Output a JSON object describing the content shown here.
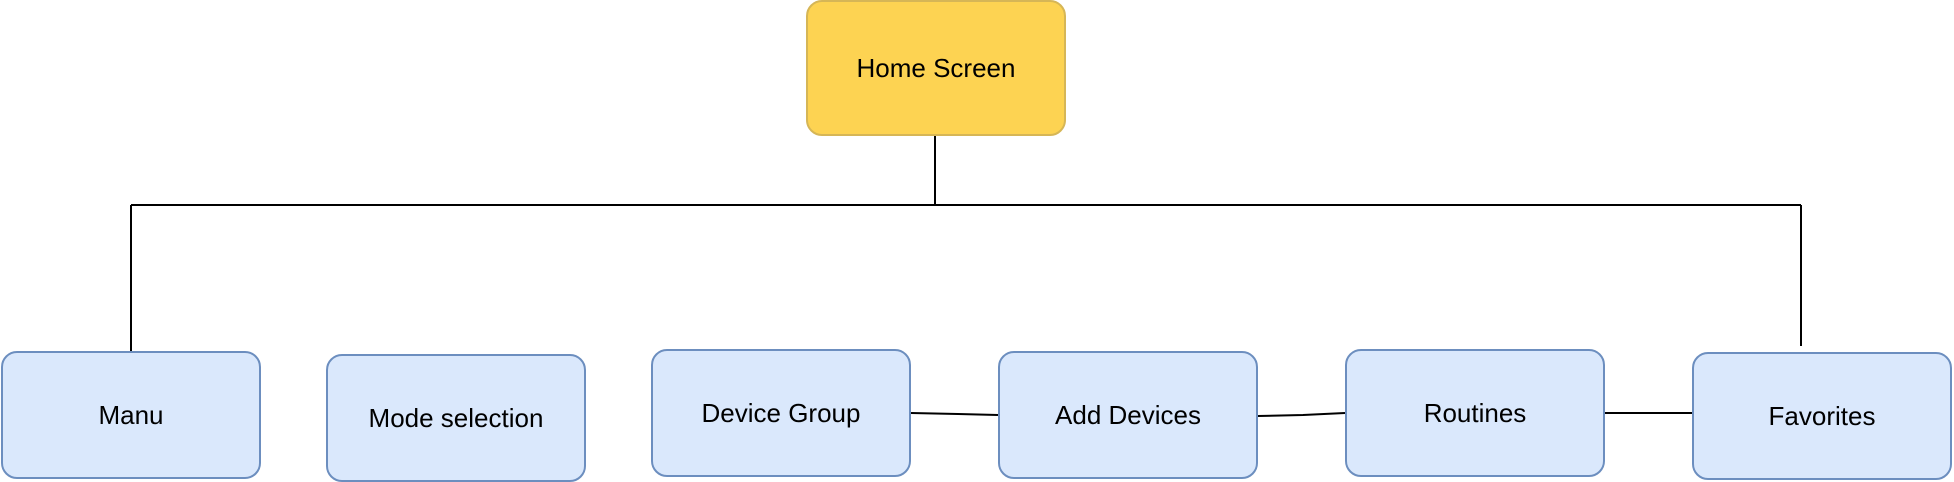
{
  "colors": {
    "root_fill": "#fdd352",
    "root_stroke": "#d6b656",
    "child_fill": "#dae8fc",
    "child_stroke": "#6c8ebf",
    "line": "#000000"
  },
  "root": {
    "label": "Home Screen"
  },
  "children": [
    {
      "label": "Manu"
    },
    {
      "label": "Mode selection"
    },
    {
      "label": "Device Group"
    },
    {
      "label": "Add Devices"
    },
    {
      "label": "Routines"
    },
    {
      "label": "Favorites"
    }
  ]
}
